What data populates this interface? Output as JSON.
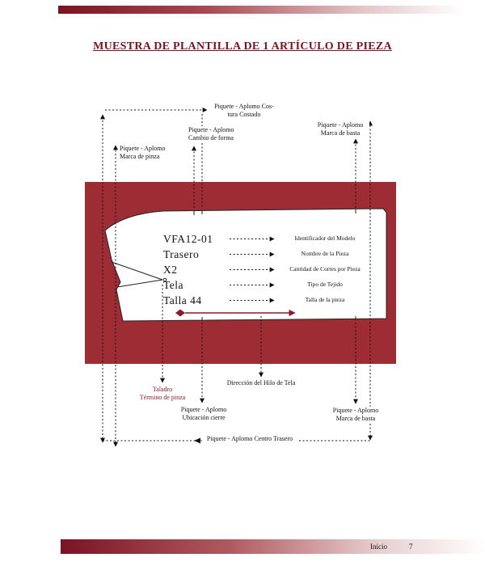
{
  "page": {
    "title": "MUESTRA DE PLANTILLA DE 1 ARTÍCULO DE PIEZA"
  },
  "piece_labels": [
    {
      "text": "VFA12-01"
    },
    {
      "text": "Trasero"
    },
    {
      "text": "X2"
    },
    {
      "text": "Tela"
    },
    {
      "text": "Talla 44"
    }
  ],
  "callouts": [
    {
      "text": "Identificador del Modelo"
    },
    {
      "text": "Nombre de la Pieza"
    },
    {
      "text": "Cantidad de Cortes por Pieza"
    },
    {
      "text": "Tipo de Tejido"
    },
    {
      "text": "Talla de la pieza"
    }
  ],
  "annotations": {
    "side_seam_1": "Piquete - Aplomo Cos-",
    "side_seam_2": "tura Costado",
    "shape_change_1": "Piquete - Aplomo",
    "shape_change_2": "Cambio de forma",
    "hem_top_right_1": "Piquete - Aplomo",
    "hem_top_right_2": "Marca de basta",
    "dart_mark_1": "Piquete - Aplomo",
    "dart_mark_2": "Marca de pinza",
    "drill_1": "Taladro",
    "drill_2": "Término de pinza",
    "zipper_1": "Piquete - Aplomo",
    "zipper_2": "Ubicación cierre",
    "grain_direction": "Dirección del Hilo de Tela",
    "hem_bottom_right_1": "Piquete - Aplomo",
    "hem_bottom_right_2": "Marca de basta",
    "center_back": "Piquete - Aplomo Centro Trasero"
  },
  "footer": {
    "home_link": "Inicio",
    "page_number": "7"
  },
  "colors": {
    "fabric": "#9e2c35",
    "accent": "#8c1a28",
    "title": "#7a1322"
  }
}
